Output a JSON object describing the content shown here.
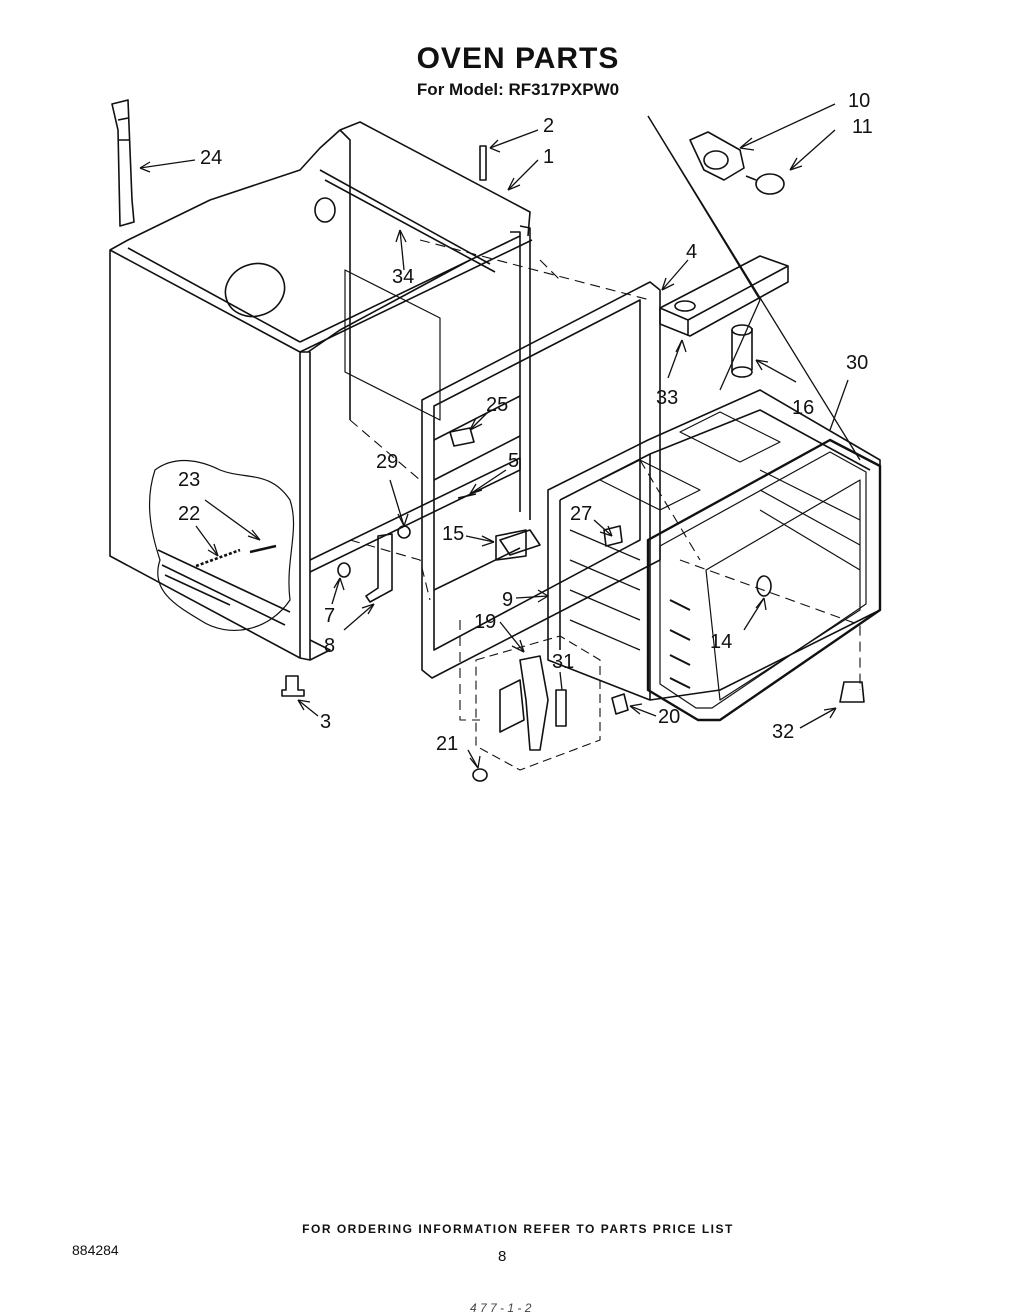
{
  "header": {
    "title": "OVEN PARTS",
    "subtitle": "For Model: RF317PXPW0"
  },
  "diagram": {
    "callouts": [
      {
        "id": "c10",
        "label": "10"
      },
      {
        "id": "c11",
        "label": "11"
      },
      {
        "id": "c2",
        "label": "2"
      },
      {
        "id": "c1",
        "label": "1"
      },
      {
        "id": "c24",
        "label": "24"
      },
      {
        "id": "c34",
        "label": "34"
      },
      {
        "id": "c4",
        "label": "4"
      },
      {
        "id": "c33",
        "label": "33"
      },
      {
        "id": "c16",
        "label": "16"
      },
      {
        "id": "c30",
        "label": "30"
      },
      {
        "id": "c25",
        "label": "25"
      },
      {
        "id": "c29",
        "label": "29"
      },
      {
        "id": "c5",
        "label": "5"
      },
      {
        "id": "c23",
        "label": "23"
      },
      {
        "id": "c22",
        "label": "22"
      },
      {
        "id": "c27",
        "label": "27"
      },
      {
        "id": "c15",
        "label": "15"
      },
      {
        "id": "c9",
        "label": "9"
      },
      {
        "id": "c7",
        "label": "7"
      },
      {
        "id": "c8",
        "label": "8"
      },
      {
        "id": "c19",
        "label": "19"
      },
      {
        "id": "c31",
        "label": "31"
      },
      {
        "id": "c14",
        "label": "14"
      },
      {
        "id": "c3",
        "label": "3"
      },
      {
        "id": "c20",
        "label": "20"
      },
      {
        "id": "c32",
        "label": "32"
      },
      {
        "id": "c21",
        "label": "21"
      }
    ]
  },
  "footer": {
    "ordering_note": "FOR ORDERING INFORMATION REFER TO PARTS PRICE LIST",
    "doc_number": "884284",
    "page_number": "8",
    "stray_mark": "4 7 7 - 1 - 2"
  }
}
